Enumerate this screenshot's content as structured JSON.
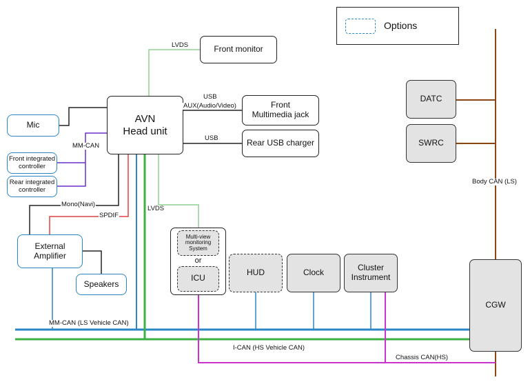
{
  "legend": {
    "label": "Options"
  },
  "nodes": {
    "avn_line1": "AVN",
    "avn_line2": "Head unit",
    "front_monitor": "Front monitor",
    "front_mm_line1": "Front",
    "front_mm_line2": "Multimedia jack",
    "rear_usb": "Rear USB charger",
    "mic": "Mic",
    "front_ic_line1": "Front integrated",
    "front_ic_line2": "controller",
    "rear_ic_line1": "Rear integrated",
    "rear_ic_line2": "controller",
    "ext_amp_line1": "External",
    "ext_amp_line2": "Amplifier",
    "speakers": "Speakers",
    "mvm_line1": "Multi-view",
    "mvm_line2": "monitoring",
    "mvm_line3": "System",
    "or": "or",
    "icu": "ICU",
    "hud": "HUD",
    "clock": "Clock",
    "cluster_line1": "Cluster",
    "cluster_line2": "Instrument",
    "datc": "DATC",
    "swrc": "SWRC",
    "cgw": "CGW"
  },
  "labels": {
    "lvds_top": "LVDS",
    "usb_front": "USB",
    "aux": "AUX(Audio/Video)",
    "usb_rear": "USB",
    "mm_can_mid": "MM-CAN",
    "mono": "Mono(Navi)",
    "spdif": "SPDIF",
    "lvds_bottom": "LVDS",
    "mm_can_bus": "MM-CAN (LS Vehicle CAN)",
    "i_can": "I-CAN (HS Vehicle CAN)",
    "chassis_can": "Chassis CAN(HS)",
    "body_can": "Body CAN (LS)"
  },
  "colors": {
    "mm_can": "#2b86c5",
    "i_can": "#3cb043",
    "chassis_can": "#cc33cc",
    "body_can": "#8b4513",
    "lvds": "#8fd18f",
    "spdif": "#e04040",
    "mm_can_controllers": "#6a2fc9",
    "wire": "#222222"
  }
}
